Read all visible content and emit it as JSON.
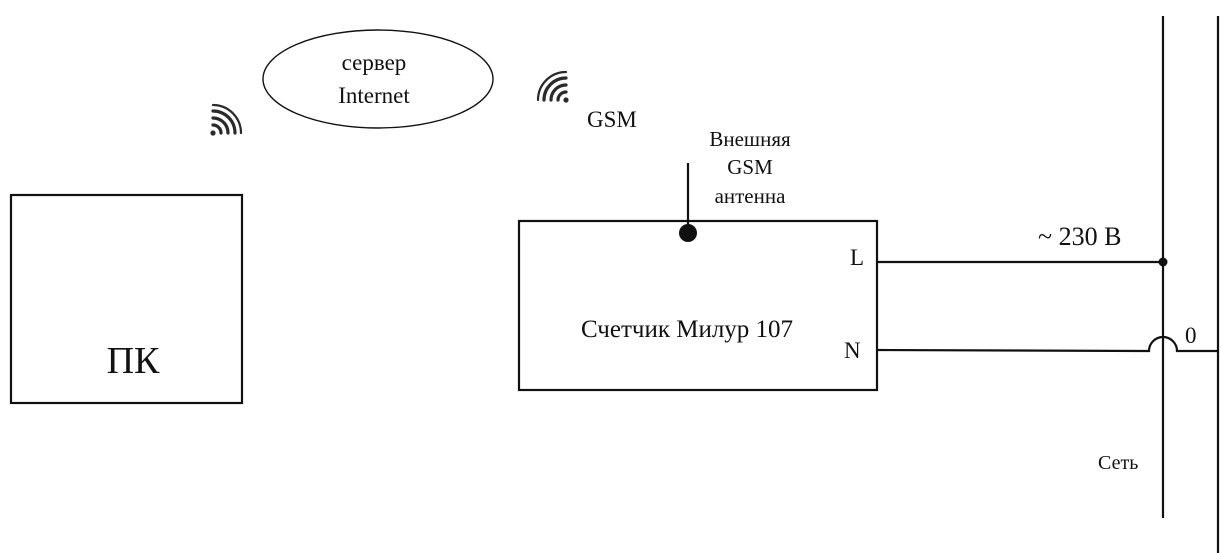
{
  "diagram": {
    "server_label_line1": "сервер",
    "server_label_line2": "Internet",
    "gsm_label": "GSM",
    "antenna_label_line1": "Внешняя",
    "antenna_label_line2": "GSM",
    "antenna_label_line3": "антенна",
    "pc_label": "ПК",
    "meter_label": "Счетчик Милур 107",
    "terminal_l": "L",
    "terminal_n": "N",
    "voltage_label": "~ 230 В",
    "neutral_label": "0",
    "network_label": "Сеть"
  },
  "icons": {
    "wifi_left": "wireless-signal-icon",
    "wifi_right": "wireless-signal-icon"
  }
}
